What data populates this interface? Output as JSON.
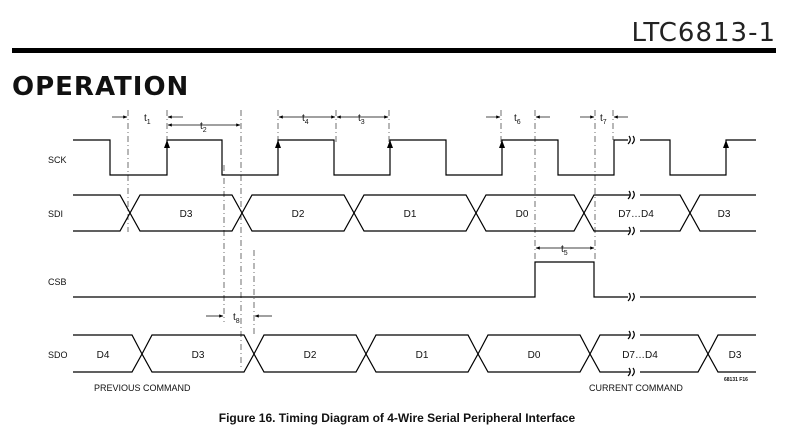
{
  "header": {
    "part_number": "LTC6813-1",
    "section": "OPERATION"
  },
  "signals": {
    "sck": "SCK",
    "sdi": "SDI",
    "csb": "CSB",
    "sdo": "SDO"
  },
  "sdi_data": [
    "D3",
    "D2",
    "D1",
    "D0",
    "D7…D4",
    "D3"
  ],
  "sdo_data": [
    "D4",
    "D3",
    "D2",
    "D1",
    "D0",
    "D7…D4",
    "D3"
  ],
  "timing_labels": [
    {
      "main": "t",
      "sub": "1"
    },
    {
      "main": "t",
      "sub": "2"
    },
    {
      "main": "t",
      "sub": "4"
    },
    {
      "main": "t",
      "sub": "3"
    },
    {
      "main": "t",
      "sub": "6"
    },
    {
      "main": "t",
      "sub": "7"
    },
    {
      "main": "t",
      "sub": "5"
    },
    {
      "main": "t",
      "sub": "8"
    }
  ],
  "commands": {
    "previous": "PREVIOUS COMMAND",
    "current": "CURRENT COMMAND"
  },
  "figure_code": "68131 F16",
  "caption": "Figure 16. Timing Diagram of 4-Wire Serial Peripheral Interface"
}
